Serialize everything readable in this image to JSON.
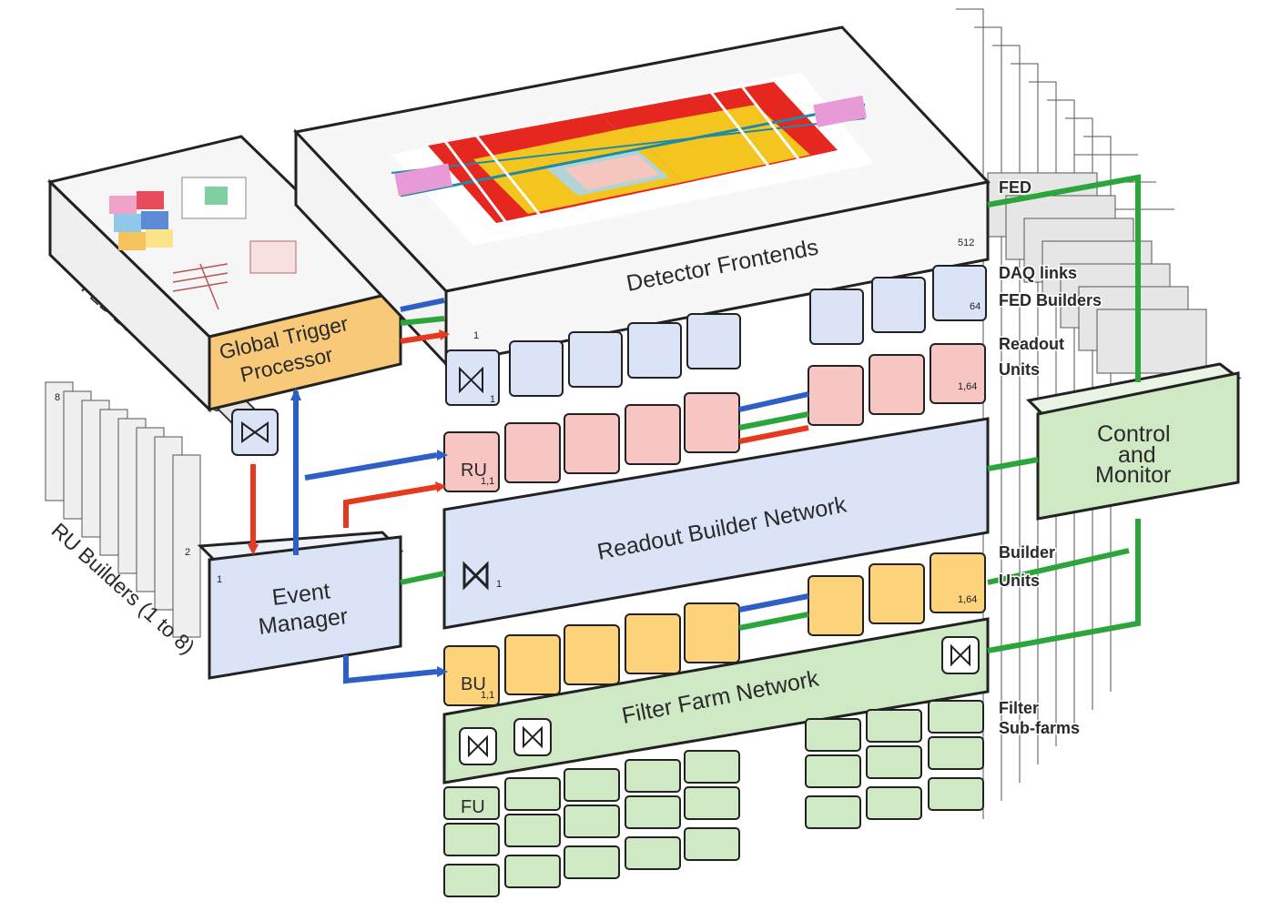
{
  "colors": {
    "blue": "#2d5fc4",
    "green": "#2ca53a",
    "red": "#e53a1f",
    "ru_pink": "#f7c6c3",
    "bu_orange": "#fcd27a",
    "frontend_blue": "#dbe3f7",
    "farm_green": "#cfe9c4",
    "trigger_orange": "#f8c978"
  },
  "blocks": {
    "detector_frontends": "Detector Frontends",
    "global_trigger_line1": "Global Trigger",
    "global_trigger_line2": "Processor",
    "event_manager_line1": "Event",
    "event_manager_line2": "Manager",
    "readout_builder_network": "Readout Builder Network",
    "filter_farm_network": "Filter Farm Network",
    "control_line1": "Control",
    "control_line2": "and",
    "control_line3": "Monitor",
    "fed_builder_switches": "FED Builder Switches",
    "ru_builders": "RU Builders (1 to 8)"
  },
  "side_labels": {
    "fed": "FED",
    "daq_links": "DAQ links",
    "fed_builders": "FED Builders",
    "readout": "Readout",
    "units": "Units",
    "builder": "Builder",
    "units2": "Units",
    "filter": "Filter",
    "sub_farms": "Sub-farms"
  },
  "unit_labels": {
    "ru": "RU",
    "ru_index": "1,1",
    "bu": "BU",
    "bu_index": "1,1",
    "fu": "FU",
    "ru_last_index": "1,64",
    "bu_last_index": "1,64",
    "fed_count": "512",
    "fed_first": "1",
    "fedb_count": "64",
    "switch_index": "1",
    "network_index": "1",
    "em_index": "1",
    "builder_8": "8",
    "builder_2": "2"
  },
  "icons": [
    "switch-icon",
    "detector-icon",
    "trigger-matrix-icon"
  ]
}
